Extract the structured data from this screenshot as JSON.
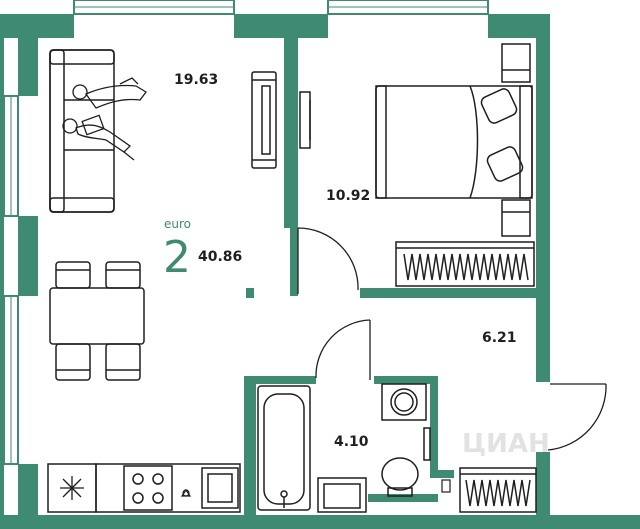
{
  "rooms": {
    "living_room": {
      "area": "19.63"
    },
    "bedroom": {
      "area": "10.92"
    },
    "hallway": {
      "area": "6.21"
    },
    "bathroom": {
      "area": "4.10"
    }
  },
  "apartment": {
    "type_label": "euro",
    "room_count": "2",
    "total_area": "40.86"
  },
  "watermark": {
    "text": "ЦИАН"
  },
  "colors": {
    "wall": "#3f8a72",
    "furniture_stroke": "#1f1f1f",
    "accent": "#3f8a72",
    "window_fill": "#dcebe5"
  },
  "icons": [
    "sofa-icon",
    "people-icon",
    "tv-icon",
    "bed-icon",
    "pillow-icon",
    "radiator-icon",
    "dining-table-icon",
    "chair-icon",
    "bathtub-icon",
    "sink-icon",
    "toilet-icon",
    "washing-machine-icon",
    "fridge-icon",
    "stove-icon",
    "door-icon",
    "window-icon",
    "towel-rail-icon"
  ]
}
